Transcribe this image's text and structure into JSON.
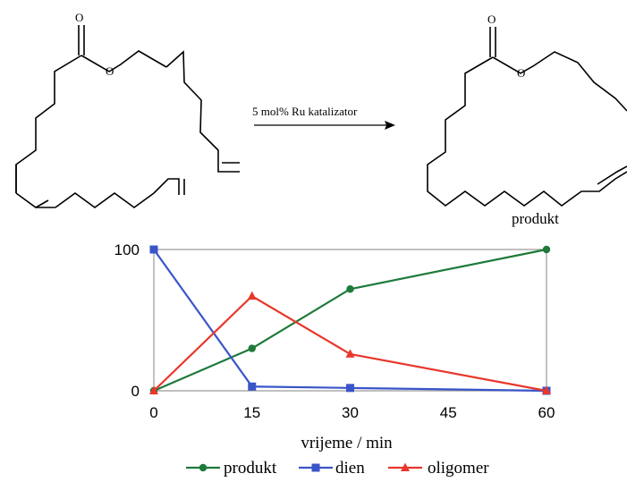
{
  "scheme": {
    "arrow_label": "5 mol% Ru katalizator",
    "product_label": "produkt",
    "atom_O": "O",
    "arrow_color": "#000000"
  },
  "chart_data": {
    "type": "line",
    "x": [
      0,
      15,
      30,
      60
    ],
    "xticks": [
      "0",
      "15",
      "30",
      "45",
      "60"
    ],
    "yticks": [
      "0",
      "100"
    ],
    "xlabel": "vrijeme / min",
    "ylabel": "",
    "xlim": [
      0,
      60
    ],
    "ylim": [
      0,
      100
    ],
    "grid": false,
    "legend_position": "bottom",
    "series": [
      {
        "name": "produkt",
        "color": "#1e7a3a",
        "marker": "circle",
        "values": [
          0,
          30,
          72,
          100
        ]
      },
      {
        "name": "dien",
        "color": "#3a55c8",
        "marker": "square",
        "values": [
          100,
          3,
          2,
          0
        ]
      },
      {
        "name": "oligomer",
        "color": "#e8372b",
        "marker": "triangle",
        "values": [
          0,
          67,
          26,
          0
        ]
      }
    ]
  }
}
